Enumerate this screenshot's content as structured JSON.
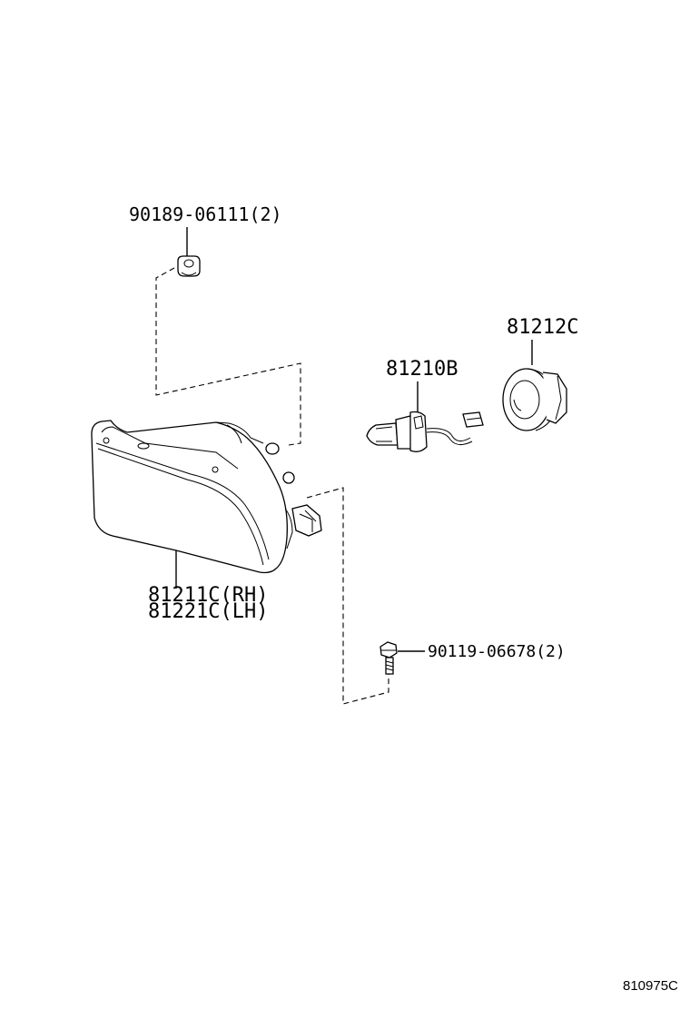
{
  "parts": {
    "grommet": {
      "label": "90189-06111(2)"
    },
    "bulb": {
      "label": "81210B"
    },
    "socket_cover": {
      "label": "81212C"
    },
    "fog_lamp_rh": {
      "label": "81211C(RH)"
    },
    "fog_lamp_lh": {
      "label": "81221C(LH)"
    },
    "bolt": {
      "label": "90119-06678(2)"
    }
  },
  "diagram_ref": "810975C"
}
